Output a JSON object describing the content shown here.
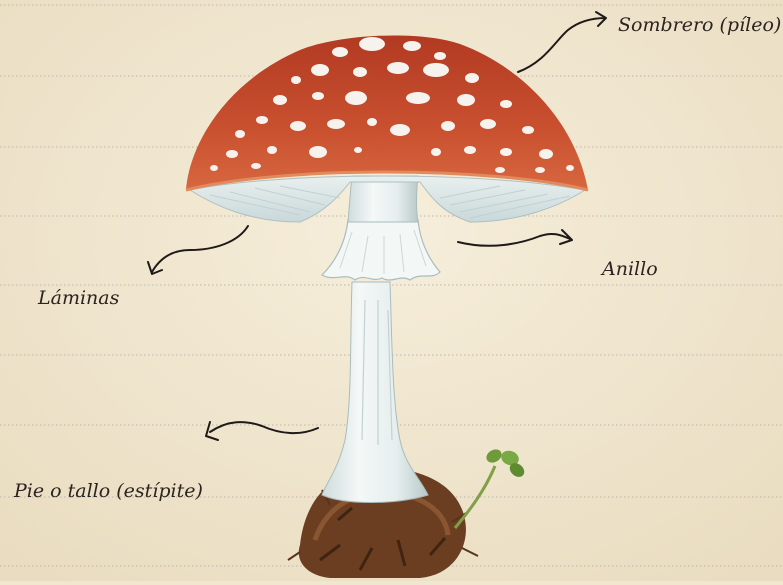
{
  "labels": {
    "sombrero": "Sombrero (píleo)",
    "anillo": "Anillo",
    "laminas": "Láminas",
    "pie": "Pie o tallo (estípite)"
  },
  "colors": {
    "paper": "#f1e6cf",
    "ruled_line": "#bdb5a8",
    "cap_red": "#c5482a",
    "stem_white": "#eef3f1",
    "gill_blue_white": "#dfe9ea",
    "soil_brown": "#6b3e22",
    "sprout_green": "#6f9a3a",
    "ink": "#2b2420"
  }
}
